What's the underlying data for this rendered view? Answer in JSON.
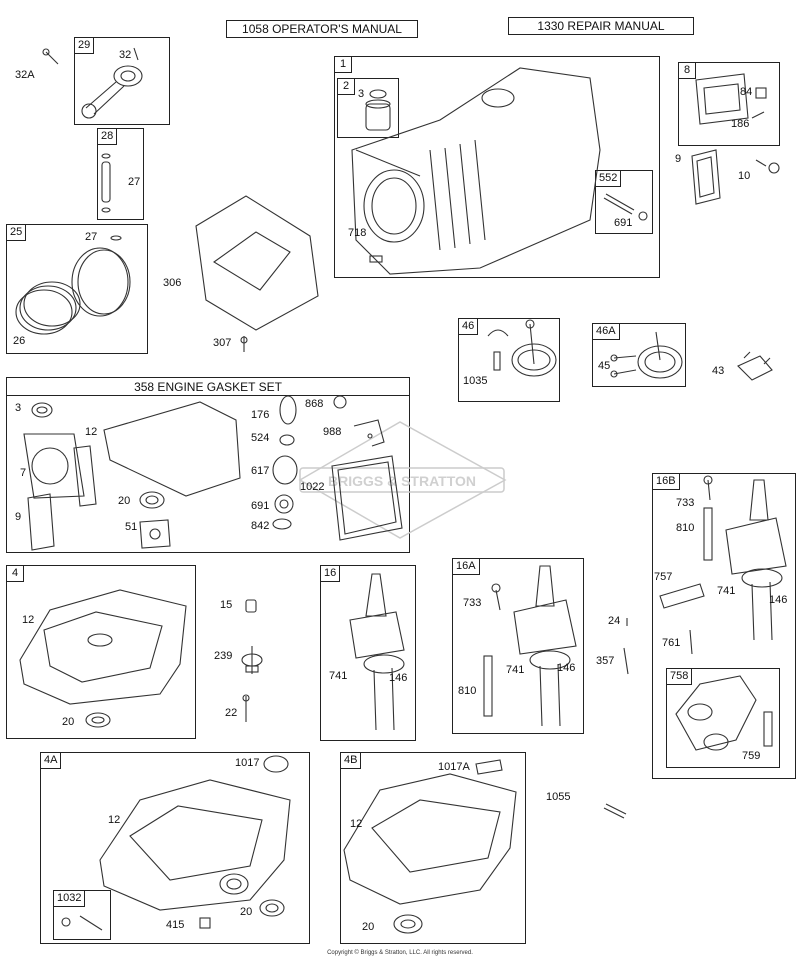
{
  "headers": {
    "operators_manual": "1058 OPERATOR'S MANUAL",
    "repair_manual": "1330 REPAIR MANUAL"
  },
  "boxes": {
    "b29": "29",
    "b28": "28",
    "b25": "25",
    "b1": "1",
    "b2": "2",
    "b552": "552",
    "b8": "8",
    "b46": "46",
    "b46A": "46A",
    "gasket_set": "358 ENGINE GASKET SET",
    "b4": "4",
    "b16": "16",
    "b16A": "16A",
    "b16B": "16B",
    "b758": "758",
    "b4A": "4A",
    "b1032": "1032",
    "b4B": "4B"
  },
  "labels": {
    "l32A": "32A",
    "l32": "32",
    "l27a": "27",
    "l27b": "27",
    "l26": "26",
    "l306": "306",
    "l307": "307",
    "l3a": "3",
    "l718": "718",
    "l691a": "691",
    "l84": "84",
    "l186": "186",
    "l9a": "9",
    "l10": "10",
    "l1035": "1035",
    "l45": "45",
    "l43": "43",
    "l3b": "3",
    "l12a": "12",
    "l7": "7",
    "l9b": "9",
    "l20a": "20",
    "l51": "51",
    "l176": "176",
    "l524": "524",
    "l617": "617",
    "l691b": "691",
    "l842": "842",
    "l868": "868",
    "l988": "988",
    "l1022": "1022",
    "l12b": "12",
    "l20b": "20",
    "l15": "15",
    "l239": "239",
    "l22": "22",
    "l741a": "741",
    "l146a": "146",
    "l733a": "733",
    "l741b": "741",
    "l146b": "146",
    "l810a": "810",
    "l24": "24",
    "l357": "357",
    "l733b": "733",
    "l810b": "810",
    "l757": "757",
    "l741c": "741",
    "l146c": "146",
    "l761": "761",
    "l759": "759",
    "l1017": "1017",
    "l12c": "12",
    "l20c": "20",
    "l415": "415",
    "l1017A": "1017A",
    "l12d": "12",
    "l20d": "20",
    "l1055": "1055"
  },
  "watermark": "BRIGGS & STRATTON",
  "copyright": "Copyright © Briggs & Stratton, LLC. All rights reserved."
}
